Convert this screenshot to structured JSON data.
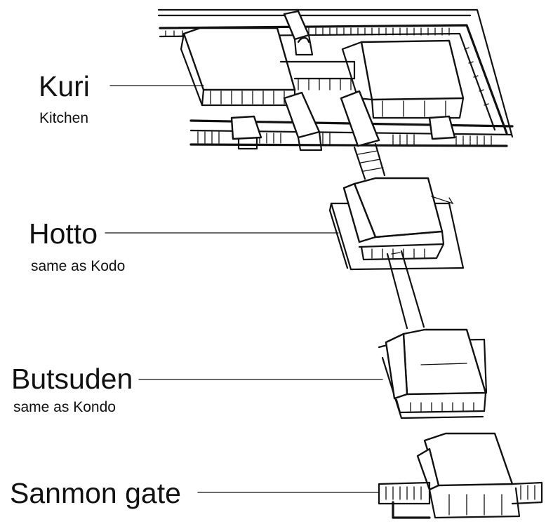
{
  "labels": {
    "kuri": {
      "title": "Kuri",
      "subtitle": "Kitchen"
    },
    "hotto": {
      "title": "Hotto",
      "subtitle": "same as Kodo"
    },
    "butsuden": {
      "title": "Butsuden",
      "subtitle": "same as Kondo"
    },
    "sanmon": {
      "title": "Sanmon gate"
    }
  },
  "colors": {
    "ink": "#111111",
    "background": "#ffffff"
  }
}
